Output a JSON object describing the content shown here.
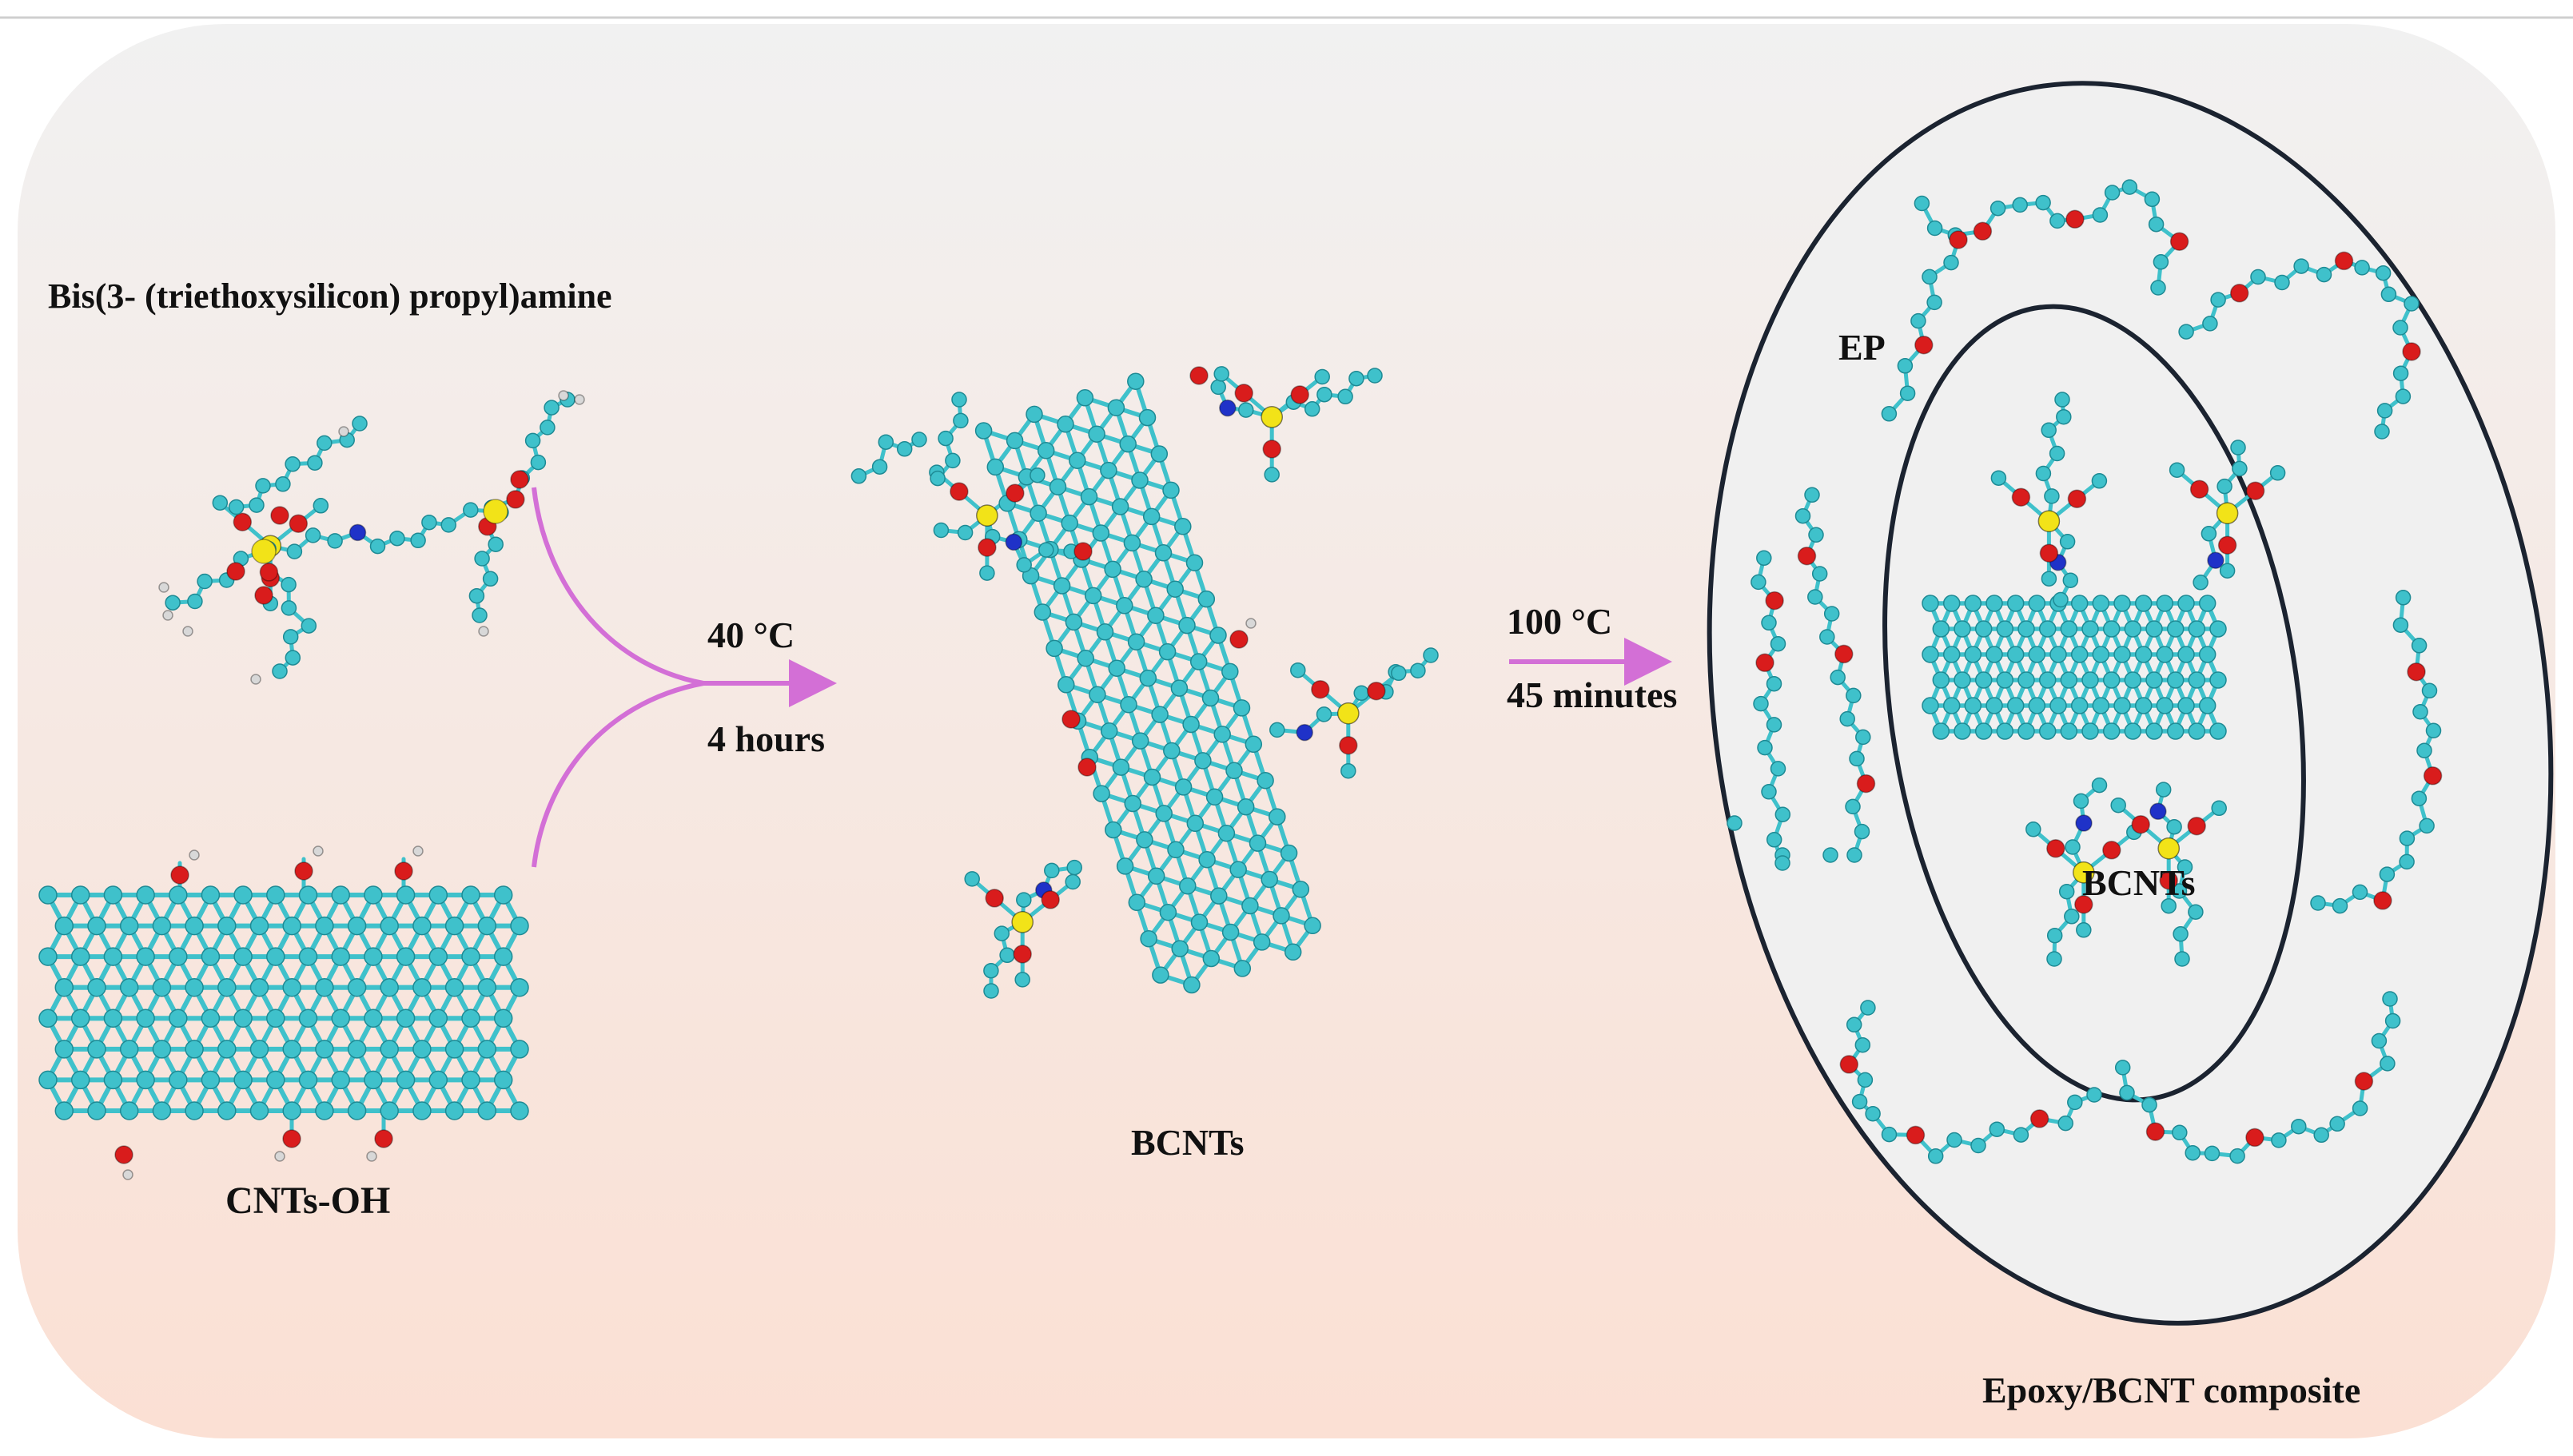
{
  "labels": {
    "reagent": "Bis(3- (triethoxysilicon) propyl)amine",
    "cnt_oh": "CNTs-OH",
    "step1_temp": "40 °C",
    "step1_time": "4 hours",
    "product_mid": "BCNTs",
    "step2_temp": "100 °C",
    "step2_time": "45 minutes",
    "ep": "EP",
    "product_inner": "BCNTs",
    "composite": "Epoxy/BCNT  composite"
  },
  "colors": {
    "background_top": "#f1f1f1",
    "background_bottom": "#fbe0d4",
    "carbon": "#3fc1cb",
    "carbon_dark": "#1e8a94",
    "oxygen": "#d91c1c",
    "silicon": "#f2e318",
    "nitrogen": "#1f32c8",
    "hydrogen": "#d8d8d8",
    "arrow": "#d36fd6",
    "ellipse_stroke": "#1b2330"
  }
}
